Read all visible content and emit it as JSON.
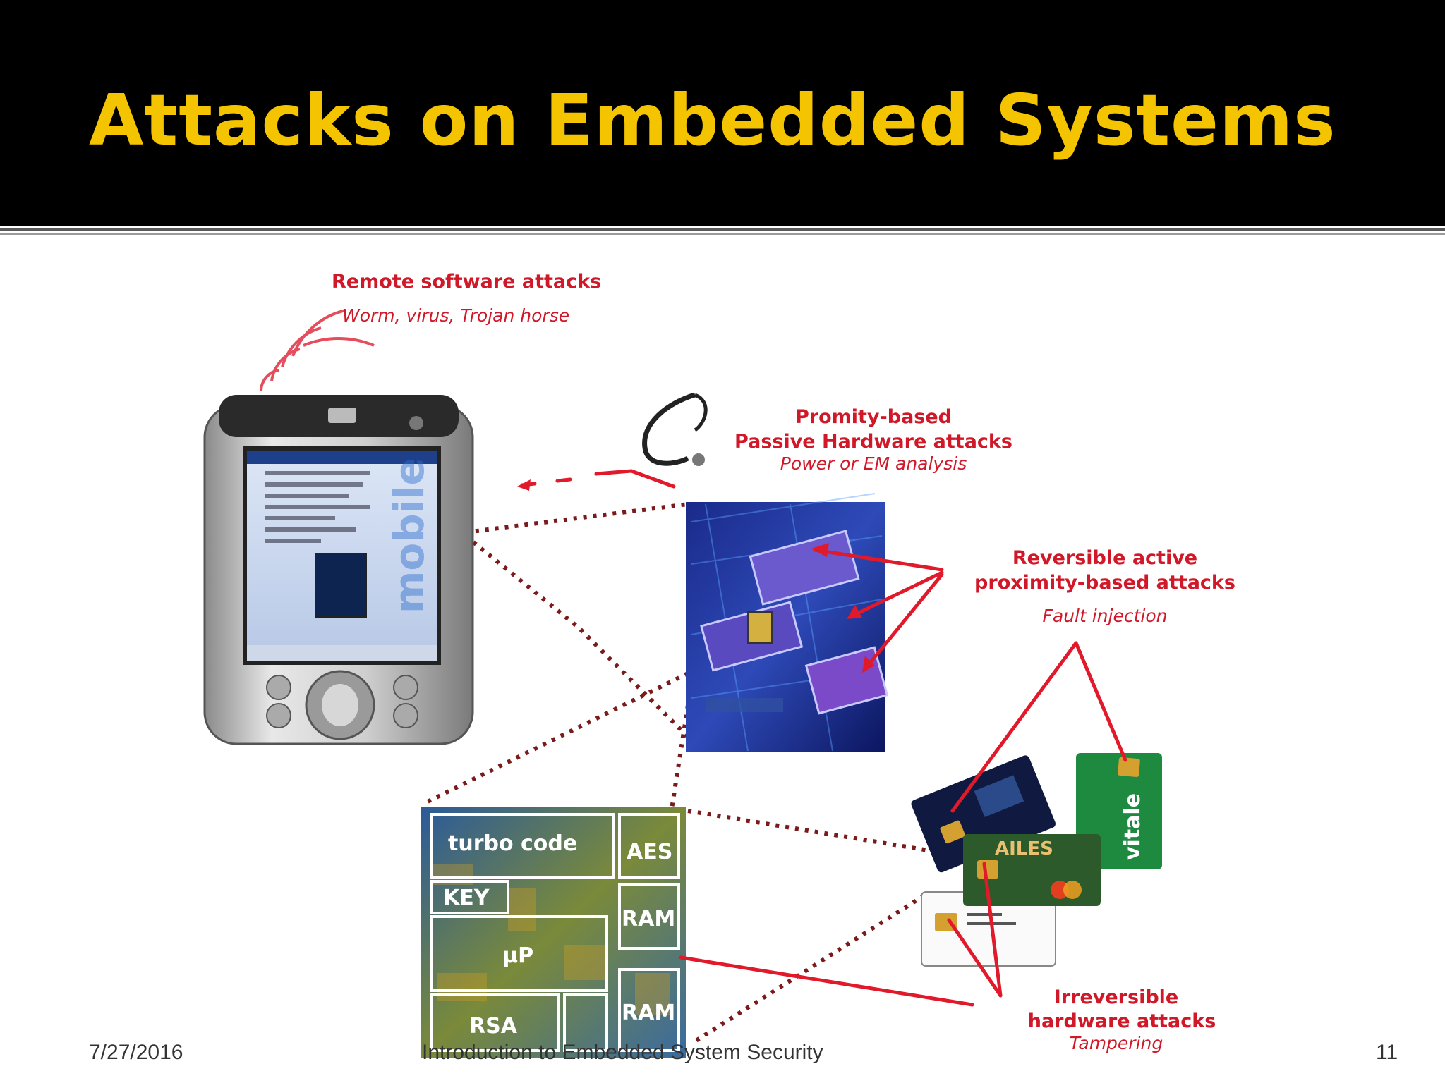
{
  "slide": {
    "title": "Attacks on Embedded Systems",
    "footer_date": "7/27/2016",
    "footer_title": "Introduction to  Embedded System Security",
    "page_number": "11"
  },
  "diagram": {
    "remote": {
      "title": "Remote software attacks",
      "subtitle": "Worm, virus, Trojan horse"
    },
    "passive": {
      "line1": "Promity-based",
      "line2": "Passive Hardware attacks",
      "subtitle": "Power or EM analysis"
    },
    "reversible": {
      "line1": "Reversible active",
      "line2": "proximity-based attacks",
      "subtitle": "Fault injection"
    },
    "irreversible": {
      "line1": "Irreversible",
      "line2": "hardware attacks",
      "subtitle": "Tampering"
    },
    "chip_blocks": [
      "turbo code",
      "AES",
      "KEY",
      "RAM",
      "µP",
      "RSA",
      "RAM"
    ],
    "card_text": [
      "AILES",
      "vitale"
    ]
  }
}
